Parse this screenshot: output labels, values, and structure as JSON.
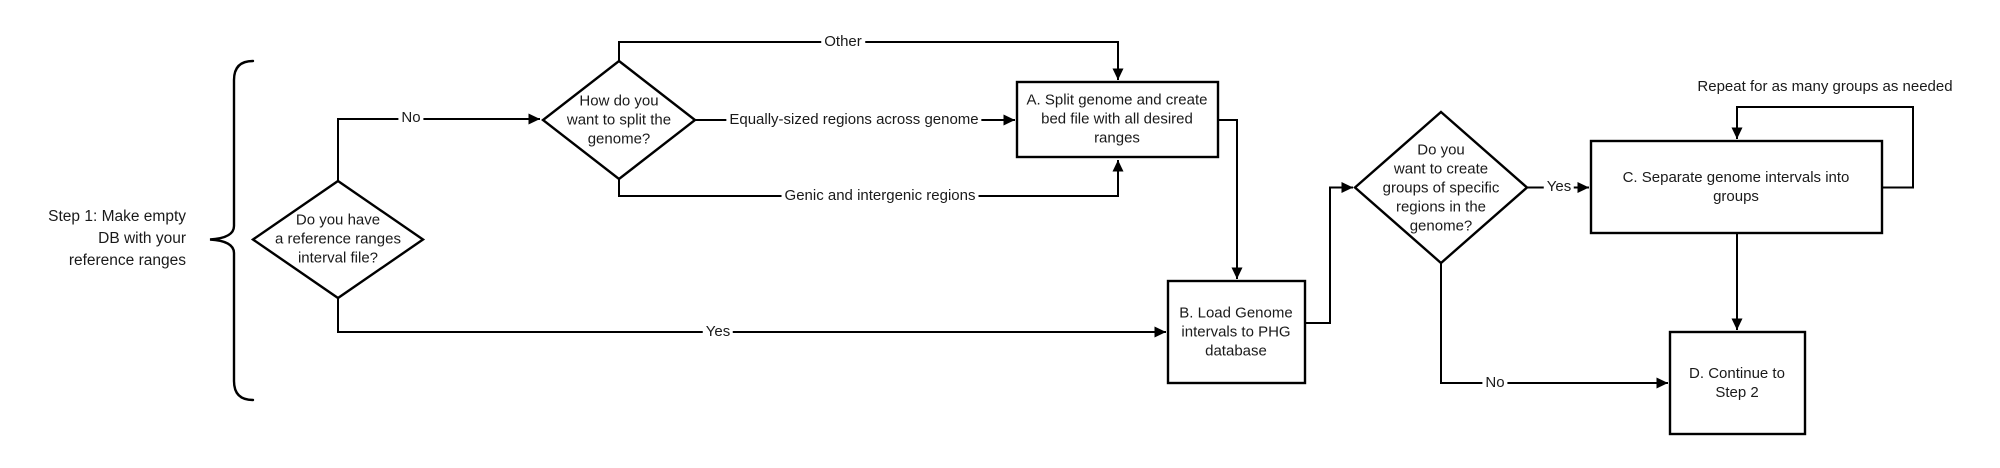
{
  "diagram": {
    "background": "#ffffff",
    "line_color": "#000000",
    "text_color": "#1a1a1a"
  },
  "annotation": {
    "step1_label": "Step 1: Make empty\nDB with your\nreference ranges"
  },
  "nodes": {
    "decision_interval_file": {
      "type": "decision",
      "label": "Do you have\na reference ranges\ninterval file?"
    },
    "decision_split_genome": {
      "type": "decision",
      "label": "How do you\nwant to split the\ngenome?"
    },
    "decision_create_groups": {
      "type": "decision",
      "label": "Do you\nwant to create\ngroups of specific\nregions in the\ngenome?"
    },
    "process_a": {
      "type": "process",
      "label": "A. Split genome and create\nbed file with all desired\nranges"
    },
    "process_b": {
      "type": "process",
      "label": "B. Load Genome\nintervals to PHG\ndatabase"
    },
    "process_c": {
      "type": "process",
      "label": "C. Separate genome intervals into\ngroups"
    },
    "process_d": {
      "type": "process",
      "label": "D. Continue to\nStep 2"
    }
  },
  "edges": {
    "no_split": {
      "label": "No"
    },
    "other": {
      "label": "Other"
    },
    "equally_sized": {
      "label": "Equally-sized regions across genome"
    },
    "genic": {
      "label": "Genic and intergenic regions"
    },
    "yes_load": {
      "label": "Yes"
    },
    "yes_groups": {
      "label": "Yes"
    },
    "no_continue": {
      "label": "No"
    },
    "repeat_note": {
      "label": "Repeat for as many groups as needed"
    }
  }
}
